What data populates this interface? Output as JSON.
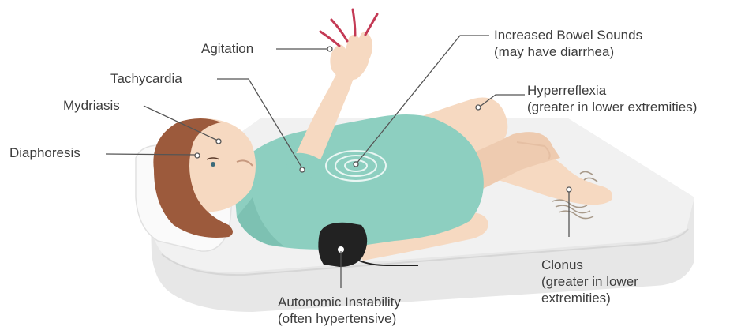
{
  "labels": {
    "agitation": [
      "Agitation"
    ],
    "bowel": [
      "Increased Bowel Sounds",
      "(may have diarrhea)"
    ],
    "tachycardia": [
      "Tachycardia"
    ],
    "hyperreflexia": [
      "Hyperreflexia",
      "(greater in lower extremities)"
    ],
    "mydriasis": [
      "Mydriasis"
    ],
    "diaphoresis": [
      "Diaphoresis"
    ],
    "clonus": [
      "Clonus",
      "(greater in lower",
      "extremities)"
    ],
    "autonomic": [
      "Autonomic Instability",
      "(often hypertensive)"
    ]
  },
  "colors": {
    "shirt": "#8dcfc0",
    "skin": "#f6d9c1",
    "hair": "#9c5a3c",
    "mattress": "#ececec",
    "cuff": "#222222",
    "leader": "#555555",
    "text": "#3d3d3d"
  }
}
